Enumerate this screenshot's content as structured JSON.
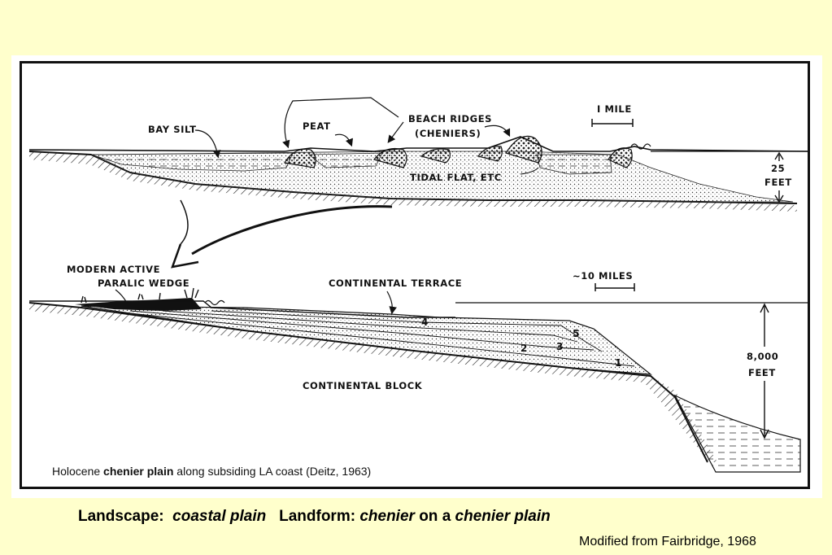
{
  "diagram": {
    "upper_section": {
      "labels": {
        "bay_silt": "BAY SILT",
        "peat": "PEAT",
        "beach_ridges_line1": "BEACH RIDGES",
        "beach_ridges_line2": "(CHENIERS)",
        "tidal_flat": "TIDAL FLAT, ETC",
        "scale": "I MILE",
        "depth_value": "25",
        "depth_unit": "FEET"
      }
    },
    "lower_section": {
      "labels": {
        "modern_active_line1": "MODERN ACTIVE",
        "modern_active_line2": "PARALIC WEDGE",
        "continental_terrace": "CONTINENTAL TERRACE",
        "continental_block": "CONTINENTAL BLOCK",
        "scale": "~10 MILES",
        "depth_value": "8,000",
        "depth_unit": "FEET"
      },
      "layer_numbers": [
        "1",
        "2",
        "3",
        "4",
        "5"
      ]
    }
  },
  "caption": {
    "prefix": "Holocene ",
    "bold": "chenier plain",
    "suffix": " along subsiding LA coast (Deitz, 1963)"
  },
  "subtitle": {
    "landscape_label": "Landscape:",
    "landscape_value": "coastal plain",
    "landform_label": "Landform:",
    "landform_value_1": "chenier",
    "landform_connector": "on a",
    "landform_value_2": "chenier plain"
  },
  "credit": "Modified from Fairbridge, 1968"
}
